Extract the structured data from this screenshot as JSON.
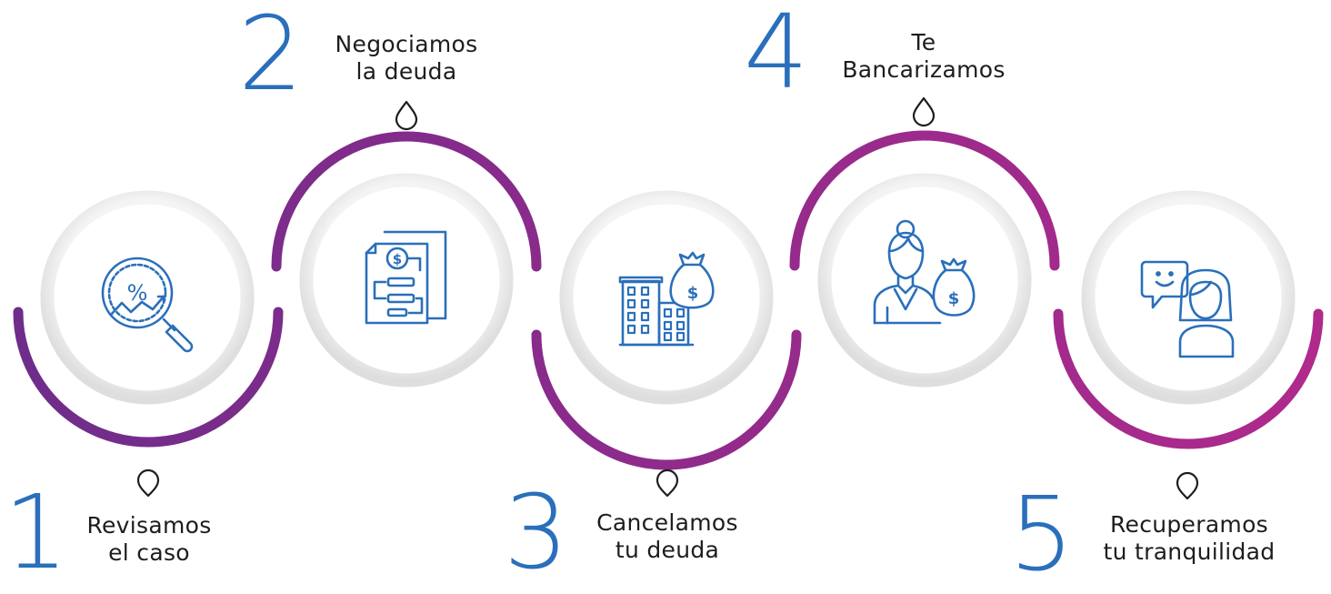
{
  "steps": [
    {
      "number": "1",
      "line1": "Revisamos",
      "line2": "el caso",
      "icon": "magnifier-percent-chart-icon"
    },
    {
      "number": "2",
      "line1": "Negociamos",
      "line2": "la deuda",
      "icon": "document-dollar-flow-icon"
    },
    {
      "number": "3",
      "line1": "Cancelamos",
      "line2": "tu deuda",
      "icon": "building-money-bag-icon"
    },
    {
      "number": "4",
      "line1": "Te",
      "line2": "Bancarizamos",
      "icon": "banker-woman-money-bag-icon"
    },
    {
      "number": "5",
      "line1": "Recuperamos",
      "line2": "tu tranquilidad",
      "icon": "happy-customer-chat-icon"
    }
  ],
  "colors": {
    "gradient_start": "#6e2c8a",
    "gradient_end": "#b02a8c",
    "ring": "#e6e6e6",
    "icon": "#2a6fbb",
    "number": "#2a6fbb",
    "text": "#1d1d1f"
  }
}
